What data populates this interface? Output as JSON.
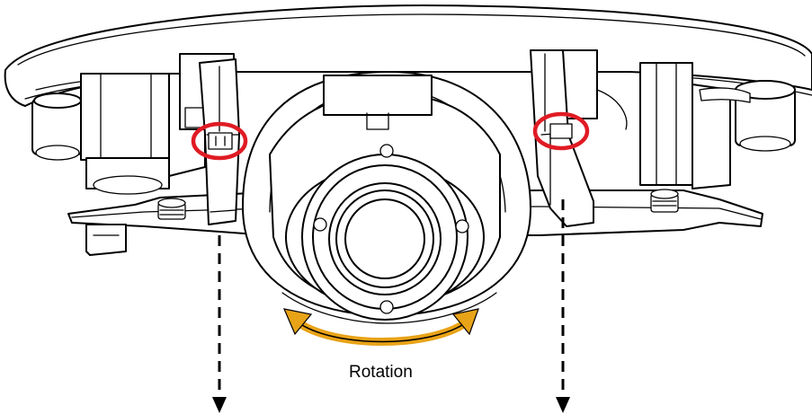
{
  "diagram": {
    "rotation_label": "Rotation",
    "colors": {
      "outline": "#000000",
      "highlight_ring": "#e01b24",
      "rotation_arrow": "#e8a317",
      "background": "#ffffff"
    },
    "icons": [
      "screw-highlight-ring",
      "rotation-arrow",
      "dashed-down-arrow"
    ]
  }
}
